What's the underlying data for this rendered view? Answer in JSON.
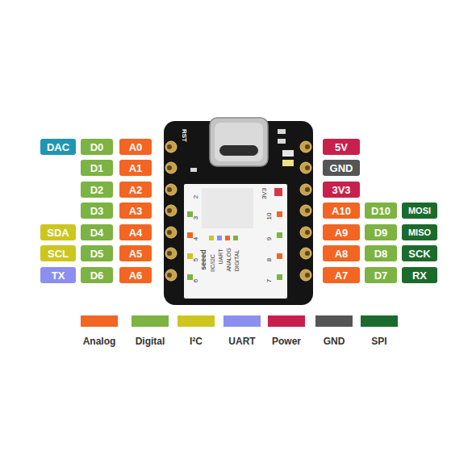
{
  "diagram": {
    "nodes": [
      {
        "text": [
          "DAC"
        ]
      },
      {
        "text": [
          "D0"
        ]
      },
      {
        "text": [
          "A0"
        ]
      },
      {
        "text": [
          "5V"
        ]
      },
      {
        "text": [
          "D1"
        ]
      },
      {
        "text": [
          "A1"
        ]
      },
      {
        "text": [
          "GND"
        ]
      },
      {
        "text": [
          "D2"
        ]
      },
      {
        "text": [
          "A2"
        ]
      },
      {
        "text": [
          "3V3"
        ]
      },
      {
        "text": [
          "D3"
        ]
      },
      {
        "text": [
          "A3"
        ]
      },
      {
        "text": [
          "A10"
        ]
      },
      {
        "text": [
          "D10"
        ]
      },
      {
        "text": [
          "MOSI"
        ]
      },
      {
        "text": [
          "SDA"
        ]
      },
      {
        "text": [
          "D4"
        ]
      },
      {
        "text": [
          "A4"
        ]
      },
      {
        "text": [
          "A9"
        ]
      },
      {
        "text": [
          "D9"
        ]
      },
      {
        "text": [
          "MISO"
        ]
      },
      {
        "text": [
          "SCL"
        ]
      },
      {
        "text": [
          "D5"
        ]
      },
      {
        "text": [
          "A5"
        ]
      },
      {
        "text": [
          "A8"
        ]
      },
      {
        "text": [
          "D8"
        ]
      },
      {
        "text": [
          "SCK"
        ]
      },
      {
        "text": [
          "TX"
        ]
      },
      {
        "text": [
          "D6"
        ]
      },
      {
        "text": [
          "A6"
        ]
      },
      {
        "text": [
          "A7"
        ]
      },
      {
        "text": [
          "D7"
        ]
      },
      {
        "text": [
          "RX"
        ]
      }
    ],
    "labels": [
      "RST",
      "2",
      "3",
      "4",
      "5",
      "6",
      "3V3",
      "10",
      "9",
      "8",
      "7",
      "seeed",
      "IIC/I2C",
      "UART",
      "ANALOG",
      "DIGITAL"
    ],
    "legend": [
      {
        "text": "Analog",
        "color": "#f26522"
      },
      {
        "text": "Digital",
        "color": "#7cb342"
      },
      {
        "text": "I²C",
        "color": "#cdc61e"
      },
      {
        "text": "UART",
        "color": "#8c8fef"
      },
      {
        "text": "Power",
        "color": "#c8204c"
      },
      {
        "text": "GND",
        "color": "#555555"
      },
      {
        "text": "SPI",
        "color": "#1b6b2c"
      }
    ]
  }
}
